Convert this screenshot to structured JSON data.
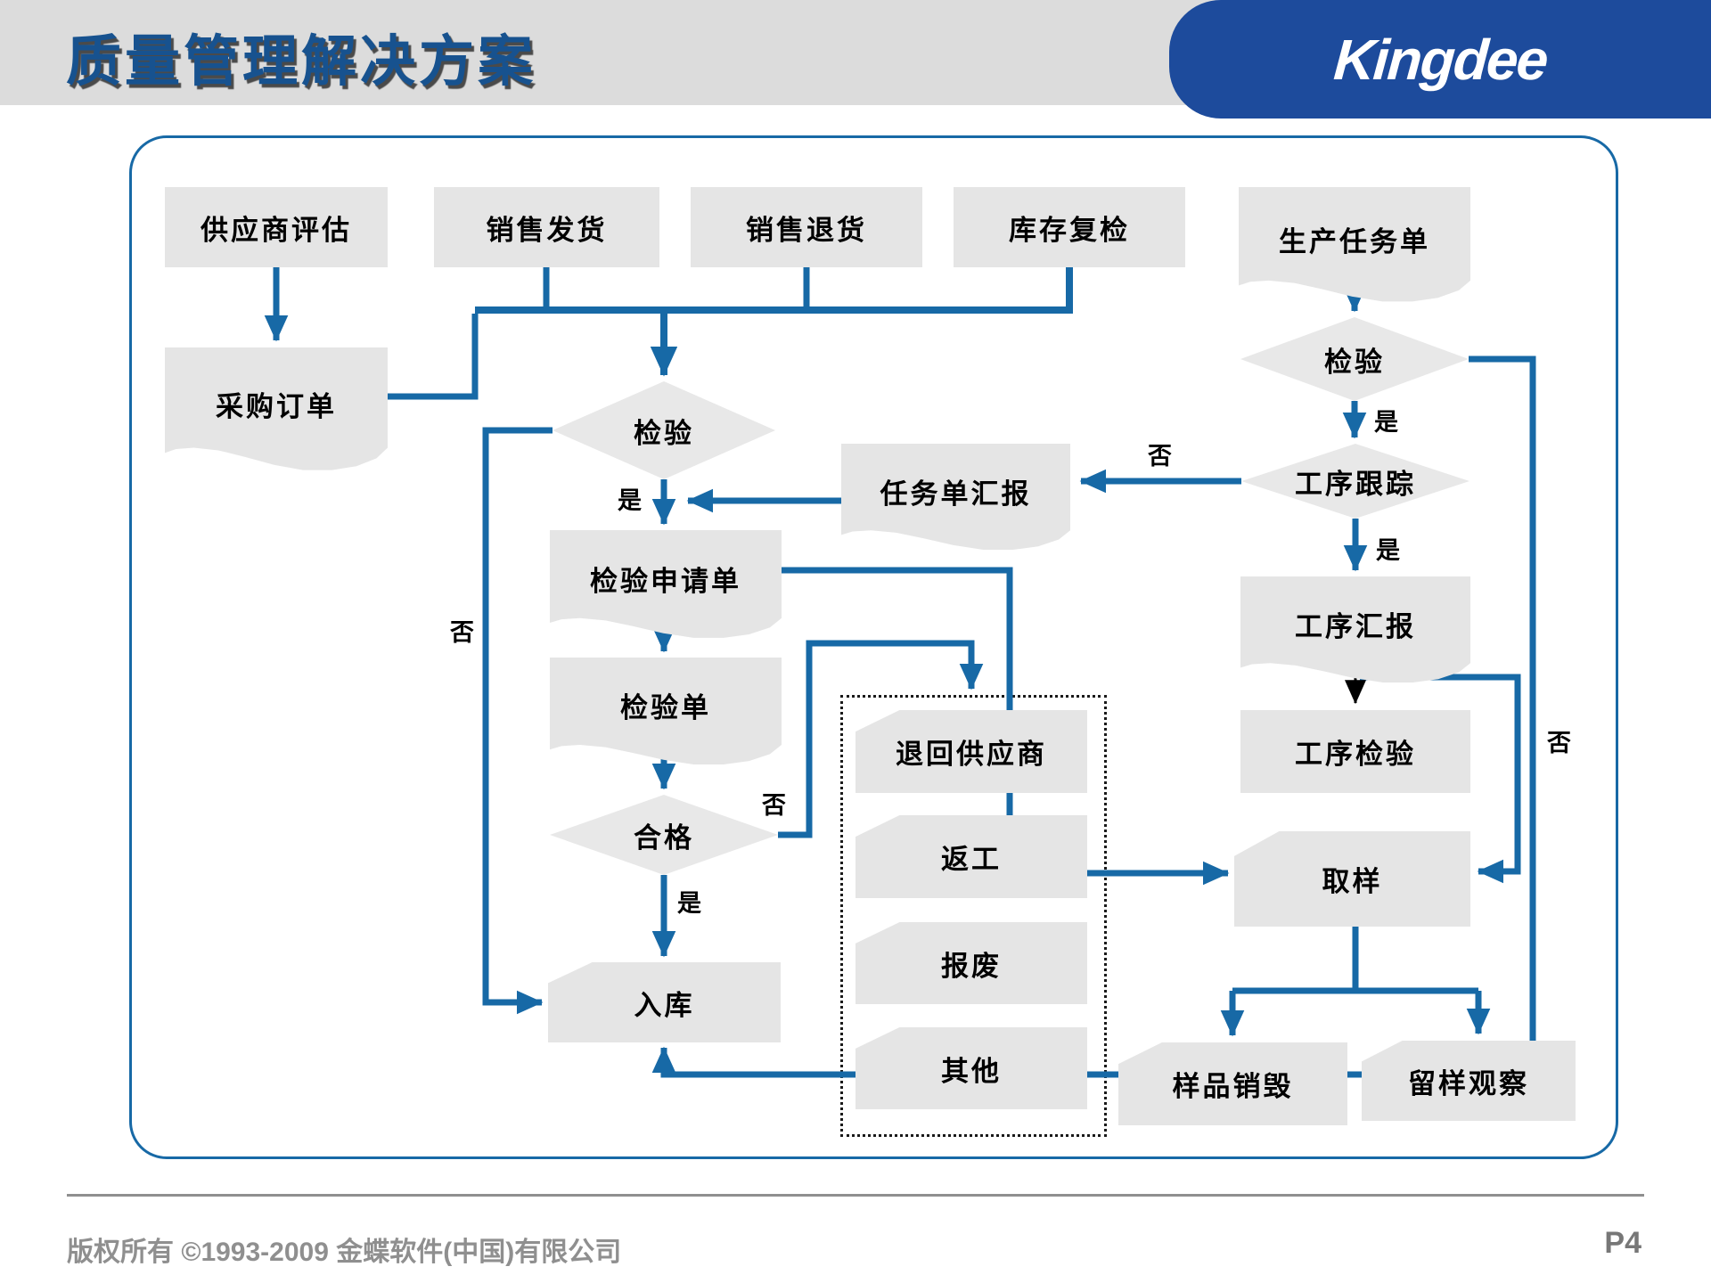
{
  "header": {
    "title": "质量管理解决方案",
    "logo_text": "Kingdee"
  },
  "colors": {
    "accent_line": "#1769a6",
    "logo_bg": "#1d4b9c",
    "title_text": "#17528f",
    "node_fill": "#e5e5e5",
    "node_text": "#000000",
    "footer_text": "#8f8f8f"
  },
  "flowchart": {
    "nodes": {
      "gysp": {
        "label": "供应商评估"
      },
      "xsfh": {
        "label": "销售发货"
      },
      "xsth": {
        "label": "销售退货"
      },
      "kcfj": {
        "label": "库存复检"
      },
      "scrwd": {
        "label": "生产任务单"
      },
      "cgdd": {
        "label": "采购订单"
      },
      "jy1": {
        "label": "检验"
      },
      "jysqd": {
        "label": "检验申请单"
      },
      "jyd": {
        "label": "检验单"
      },
      "hg": {
        "label": "合格"
      },
      "rk": {
        "label": "入库"
      },
      "thgys": {
        "label": "退回供应商"
      },
      "fg": {
        "label": "返工"
      },
      "bf": {
        "label": "报废"
      },
      "qt": {
        "label": "其他"
      },
      "jy2": {
        "label": "检验"
      },
      "gzgz": {
        "label": "工序跟踪"
      },
      "rwdhb": {
        "label": "任务单汇报"
      },
      "gzhb": {
        "label": "工序汇报"
      },
      "gzjy": {
        "label": "工序检验"
      },
      "qy": {
        "label": "取样"
      },
      "ypxh": {
        "label": "样品销毁"
      },
      "lygc": {
        "label": "留样观察"
      }
    },
    "edge_labels": {
      "yes": "是",
      "no": "否"
    }
  },
  "footer": {
    "copyright": "版权所有 ©1993-2009 金蝶软件(中国)有限公司",
    "page": "P4"
  }
}
